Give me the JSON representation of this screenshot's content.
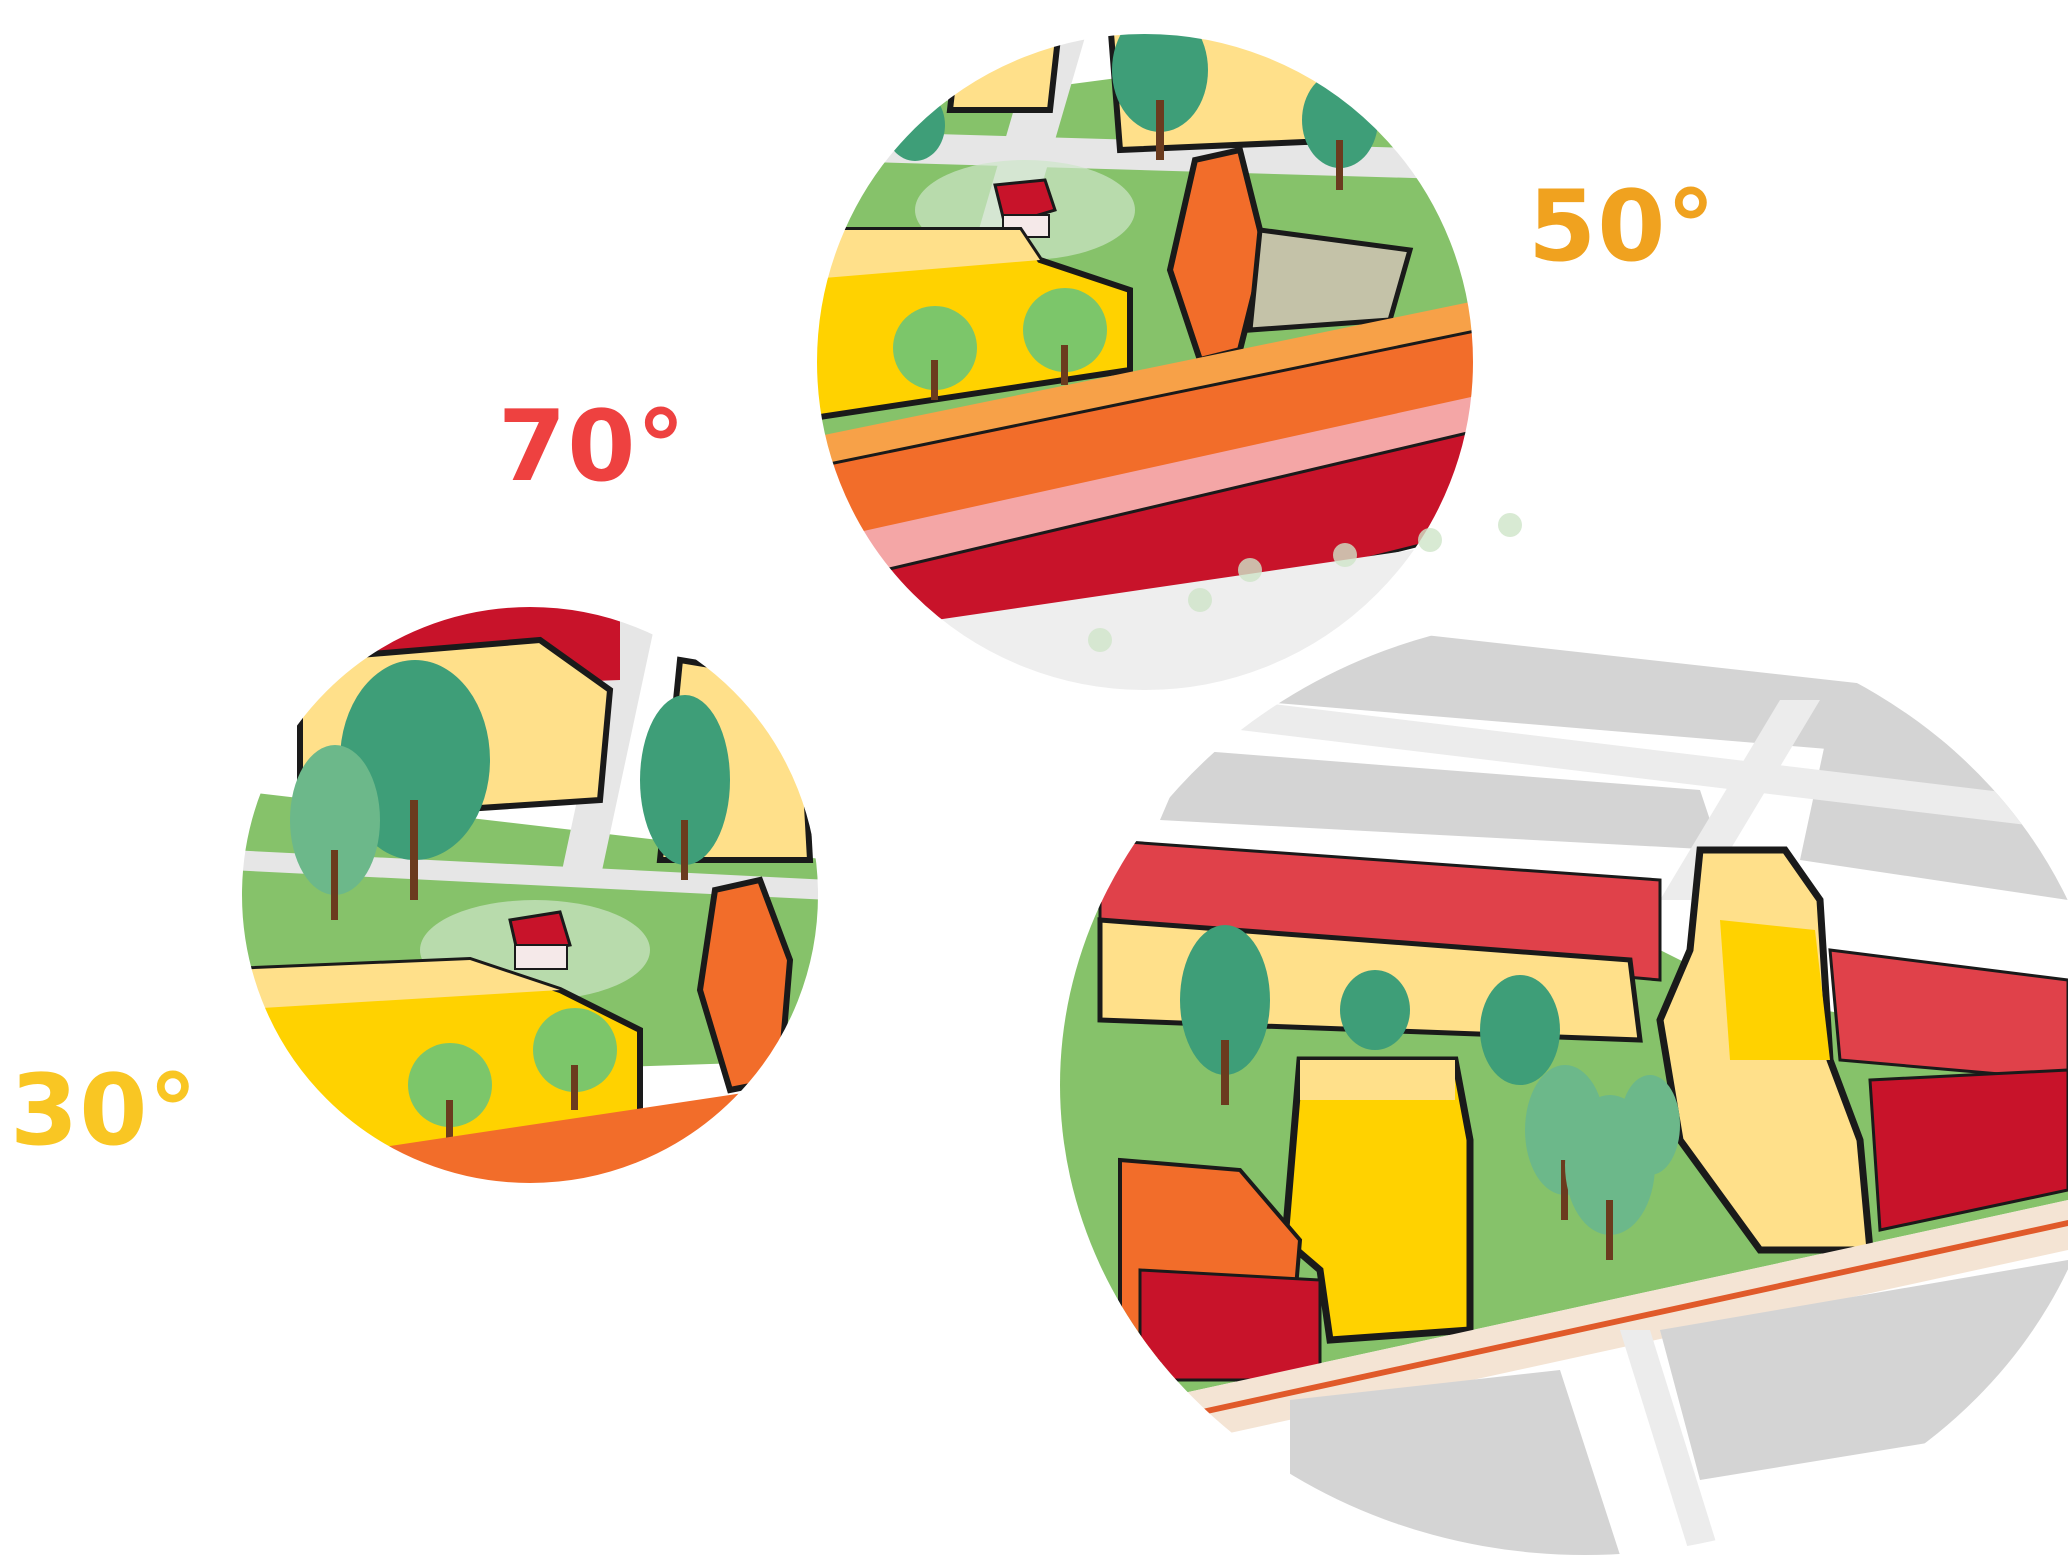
{
  "labels": {
    "angle_30": "30°",
    "angle_50": "50°",
    "angle_70": "70°"
  },
  "colors": {
    "angle_30": "#f9c623",
    "angle_50": "#f0a21f",
    "angle_70": "#ee4140",
    "grass": "#86c26a",
    "building_yellow": "#ffd200",
    "building_light": "#ffe08a",
    "building_orange": "#f26d2a",
    "building_red": "#c8132a",
    "roof_pink": "#f4a6a6",
    "tree": "#3e9e78",
    "road": "#e6e6e6",
    "context_grey": "#cfcfcf"
  }
}
